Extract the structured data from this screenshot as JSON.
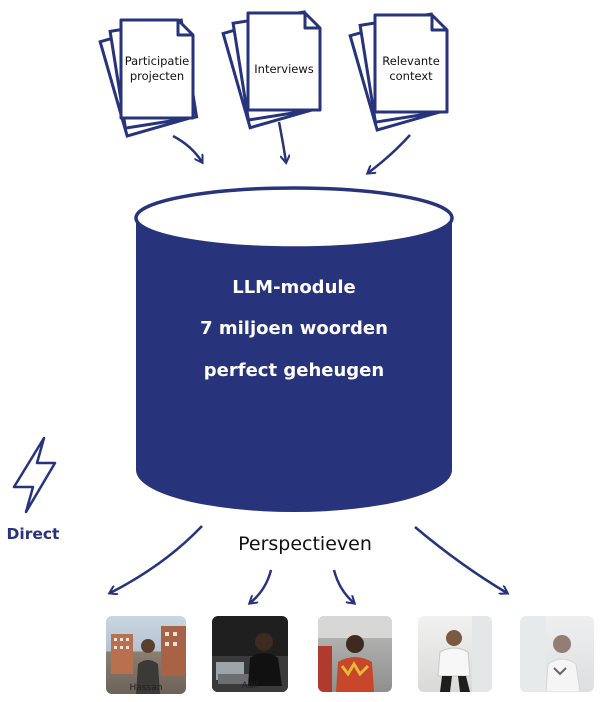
{
  "documents": [
    {
      "label": "Participatie\nprojecten"
    },
    {
      "label": "Interviews"
    },
    {
      "label": "Relevante\ncontext"
    }
  ],
  "cylinder": {
    "line1": "LLM-module",
    "line2": "7 miljoen woorden",
    "line3": "perfect geheugen"
  },
  "perspectives_label": "Perspectieven",
  "direct_label": "Direct",
  "persona_names": [
    "Hassan",
    "Adil"
  ],
  "colors": {
    "accent": "#27337a",
    "white": "#ffffff"
  }
}
